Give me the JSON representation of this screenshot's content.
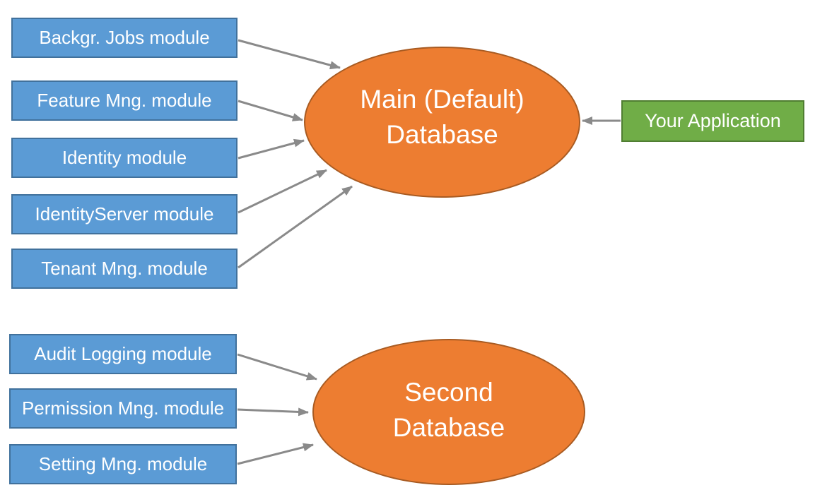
{
  "diagram": {
    "title_semantic": "ABP modules to databases connection diagram",
    "modules_main": [
      {
        "label": "Backgr. Jobs module"
      },
      {
        "label": "Feature Mng. module"
      },
      {
        "label": "Identity module"
      },
      {
        "label": "IdentityServer module"
      },
      {
        "label": "Tenant Mng. module"
      }
    ],
    "modules_second": [
      {
        "label": "Audit Logging module"
      },
      {
        "label": "Permission Mng. module"
      },
      {
        "label": "Setting Mng. module"
      }
    ],
    "databases": {
      "main": {
        "line1": "Main (Default)",
        "line2": "Database"
      },
      "second": {
        "line1": "Second",
        "line2": "Database"
      }
    },
    "application": {
      "label": "Your Application"
    },
    "colors": {
      "module_fill": "#5b9bd5",
      "module_border": "#41719c",
      "database_fill": "#ed7d31",
      "database_border": "#a85b22",
      "application_fill": "#70ad47",
      "application_border": "#507e32",
      "arrow": "#8a8a8a",
      "text": "#ffffff",
      "background": "#ffffff"
    },
    "connections": [
      {
        "from": "Backgr. Jobs module",
        "to": "Main (Default) Database"
      },
      {
        "from": "Feature Mng. module",
        "to": "Main (Default) Database"
      },
      {
        "from": "Identity module",
        "to": "Main (Default) Database"
      },
      {
        "from": "IdentityServer module",
        "to": "Main (Default) Database"
      },
      {
        "from": "Tenant Mng. module",
        "to": "Main (Default) Database"
      },
      {
        "from": "Audit Logging module",
        "to": "Second Database"
      },
      {
        "from": "Permission Mng. module",
        "to": "Second Database"
      },
      {
        "from": "Setting Mng. module",
        "to": "Second Database"
      },
      {
        "from": "Your Application",
        "to": "Main (Default) Database"
      }
    ]
  }
}
